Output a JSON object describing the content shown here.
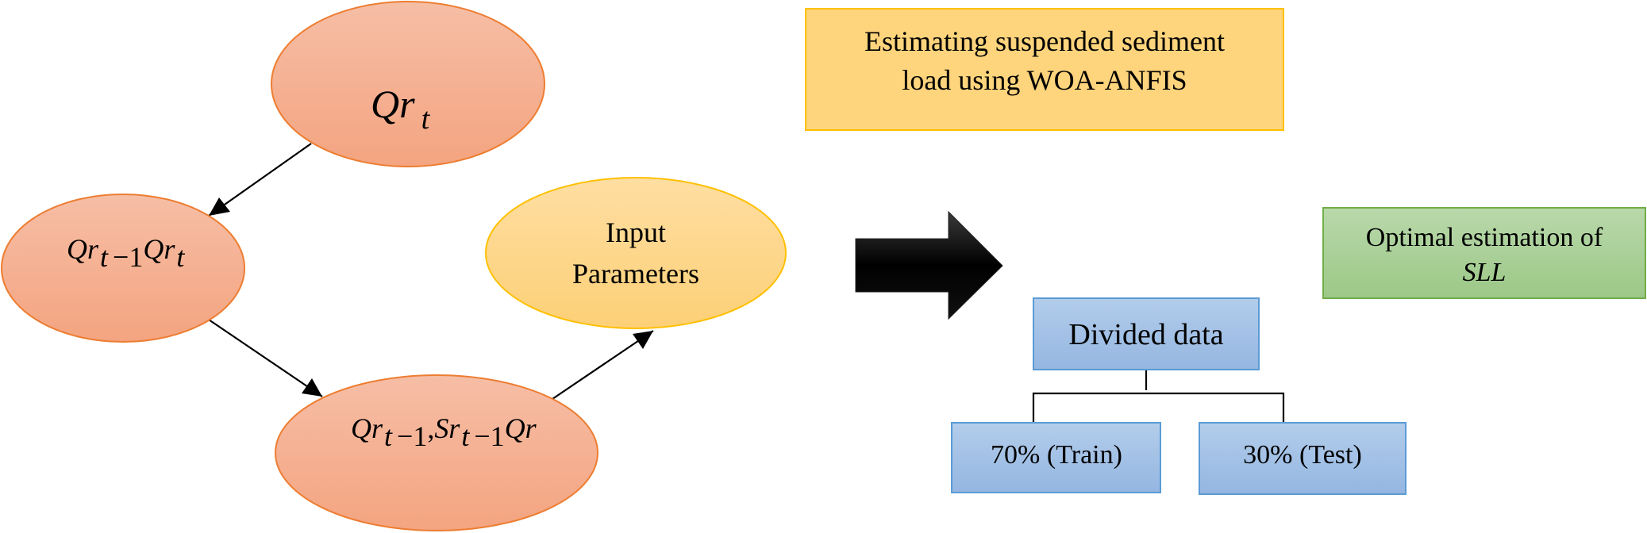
{
  "diagram": {
    "title_box": {
      "line1": "Estimating suspended sediment",
      "line2": "load using WOA-ANFIS"
    },
    "nodes": {
      "qr_t": {
        "base": "Qr",
        "sub": "t"
      },
      "qr_t1_qr_t": {
        "part1_base": "Qr",
        "part1_sub": "t",
        "part1_minus": "−1",
        "part2_base": "Qr",
        "part2_sub": "t"
      },
      "qr_sr": {
        "part1_base": "Qr",
        "part1_sub": "t",
        "part1_minus": "−1",
        "comma": ",",
        "part2_base": "Sr",
        "part2_sub": "t",
        "part2_minus": "−1",
        "part3_base": "Qr"
      },
      "input_parameters": {
        "line1": "Input",
        "line2": "Parameters"
      }
    },
    "divided_data": {
      "label": "Divided data"
    },
    "train": {
      "label": "70% (Train)"
    },
    "test": {
      "label": "30% (Test)"
    },
    "output_box": {
      "line1": "Optimal estimation of",
      "line2": "SLL"
    },
    "arrows": [
      {
        "from": "qr_t",
        "to": "qr_t1_qr_t"
      },
      {
        "from": "qr_t1_qr_t",
        "to": "qr_sr"
      },
      {
        "from": "qr_sr",
        "to": "input_parameters"
      }
    ],
    "colors": {
      "orange_fill_top": "#f6bda4",
      "orange_fill_bottom": "#f4a582",
      "orange_stroke": "#ed7d31",
      "yellow_fill_top": "#fedc9c",
      "yellow_fill_bottom": "#fdd17a",
      "yellow_stroke": "#ffc000",
      "blue_fill_top": "#b0cbea",
      "blue_fill_bottom": "#95b8e3",
      "blue_stroke": "#5b9bd5",
      "green_fill_top": "#b6d6a8",
      "green_fill_bottom": "#9ec98a",
      "green_stroke": "#70ad47"
    }
  }
}
